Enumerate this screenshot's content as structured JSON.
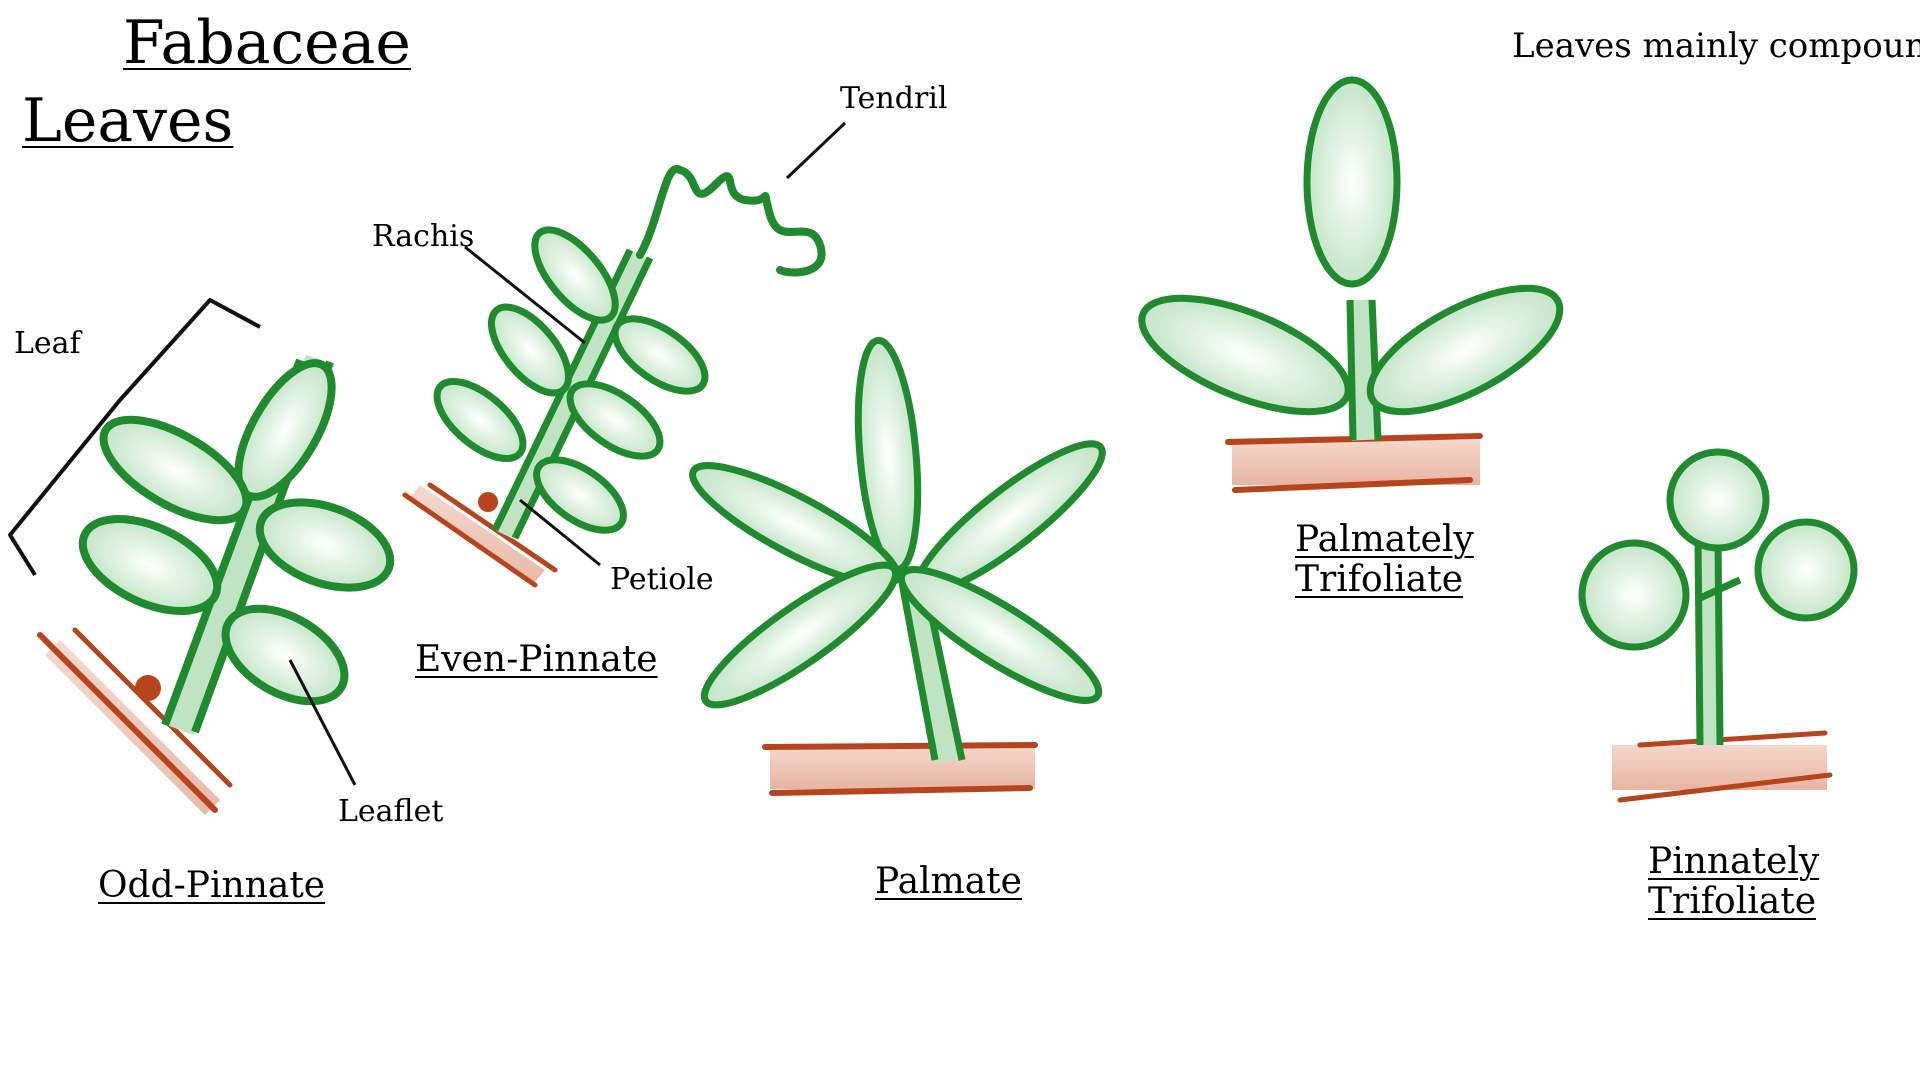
{
  "title": "Fabaceae",
  "subtitle": "Leaves",
  "note": "Leaves mainly compound",
  "colors": {
    "leaf_stroke": "#1f8a2e",
    "leaf_fill": "#cfe9d2",
    "soil": "#b8441e",
    "soil_fill": "#e9b6a1"
  },
  "annotations": {
    "leaf": "Leaf",
    "leaflet": "Leaflet",
    "rachis": "Rachis",
    "tendril": "Tendril",
    "petiole": "Petiole"
  },
  "types": {
    "odd_pinnate": "Odd-Pinnate",
    "even_pinnate": "Even-Pinnate",
    "palmate": "Palmate",
    "palmately_trifoliate": [
      "Palmately",
      "Trifoliate"
    ],
    "pinnately_trifoliate": [
      "Pinnately",
      "Trifoliate"
    ]
  }
}
